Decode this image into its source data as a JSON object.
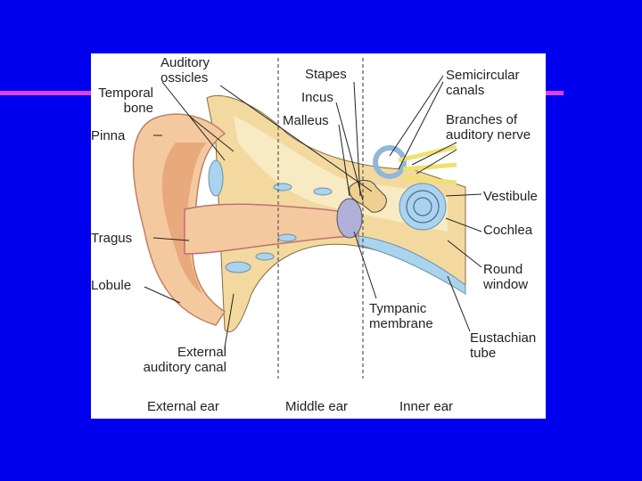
{
  "colors": {
    "background": "#0000ee",
    "accent_line": "#e040e0",
    "panel": "#ffffff",
    "skin": "#f5c9a0",
    "skin_dark": "#e8a97c",
    "bone": "#f3d9a0",
    "bone_light": "#f8ebc4",
    "fluid": "#a9d3ee",
    "membrane": "#b0b0d8",
    "nerve": "#f0e070"
  },
  "labels": {
    "auditory_ossicles": "Auditory\nossicles",
    "temporal_bone": "Temporal\nbone",
    "pinna": "Pinna",
    "tragus": "Tragus",
    "lobule": "Lobule",
    "external_auditory_canal": "External\nauditory canal",
    "stapes": "Stapes",
    "incus": "Incus",
    "malleus": "Malleus",
    "tympanic_membrane": "Tympanic\nmembrane",
    "semicircular_canals": "Semicircular\ncanals",
    "branches_auditory_nerve": "Branches of\nauditory nerve",
    "vestibule": "Vestibule",
    "cochlea": "Cochlea",
    "round_window": "Round\nwindow",
    "eustachian_tube": "Eustachian\ntube"
  },
  "sections": {
    "external_ear": "External ear",
    "middle_ear": "Middle ear",
    "inner_ear": "Inner ear"
  }
}
